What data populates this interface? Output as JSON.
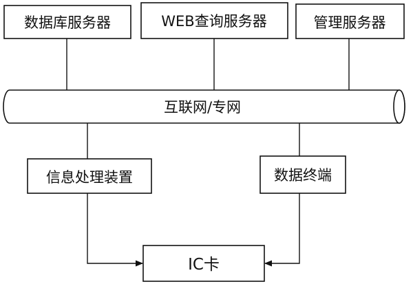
{
  "diagram": {
    "servers": {
      "database": "数据库服务器",
      "web_query": "WEB查询服务器",
      "management": "管理服务器"
    },
    "network": "互联网/专网",
    "info_processing": "信息处理装置",
    "data_terminal": "数据终端",
    "ic_card": "IC卡"
  }
}
